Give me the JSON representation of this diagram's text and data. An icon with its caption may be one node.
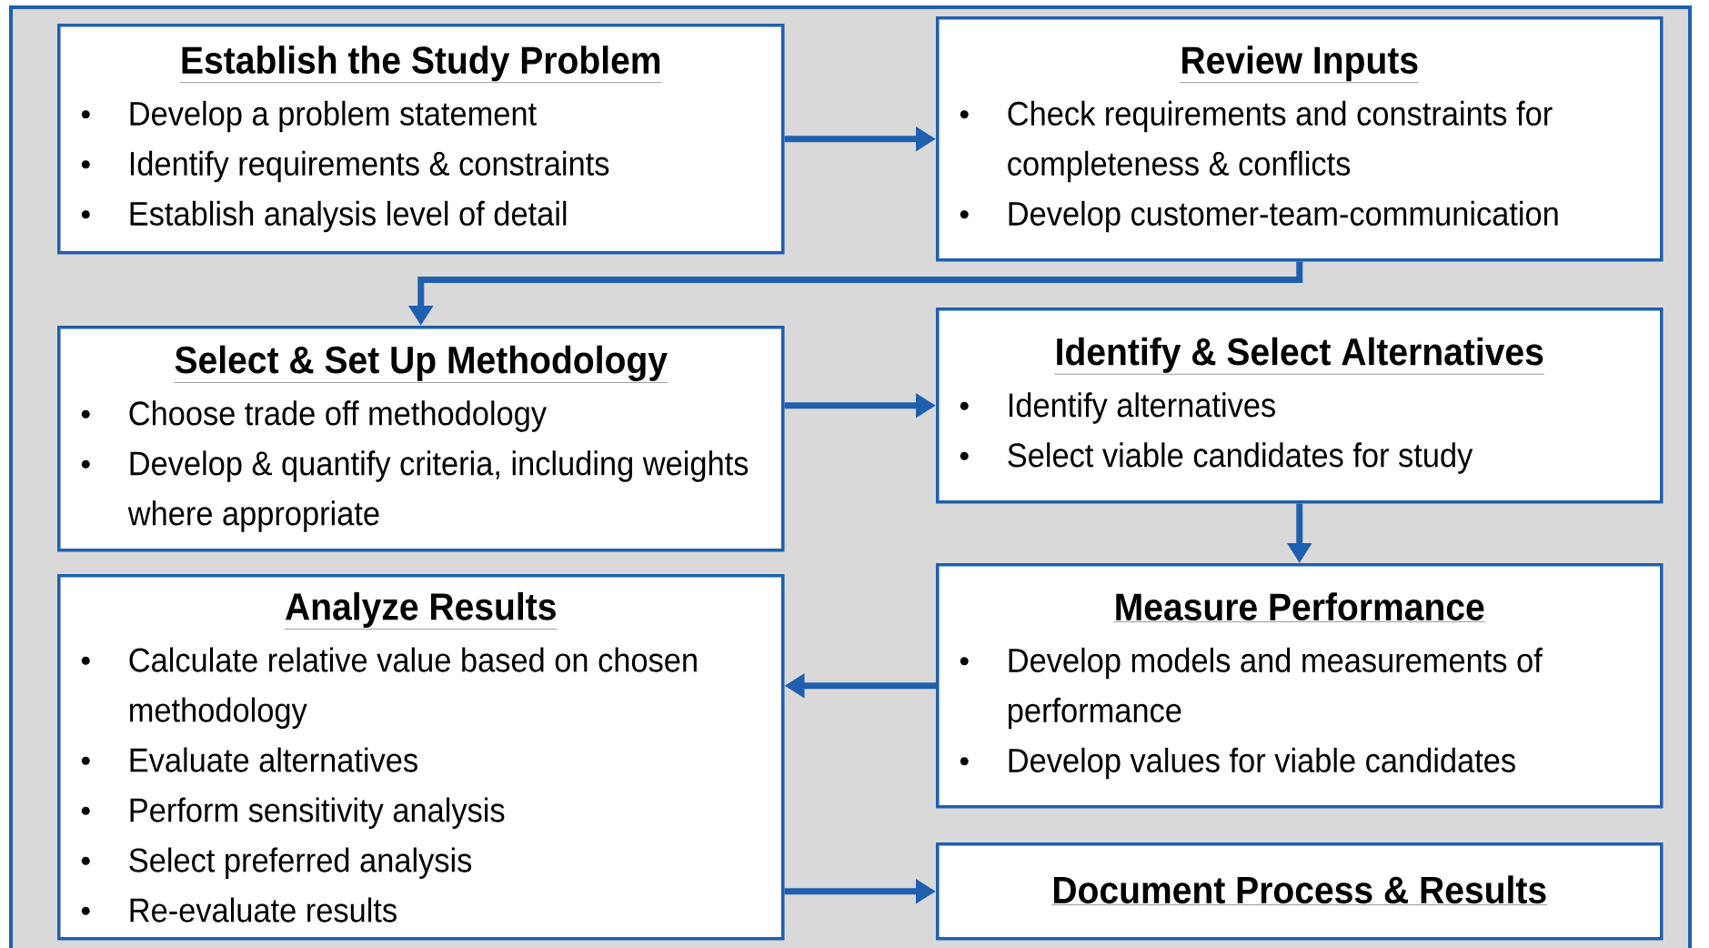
{
  "diagram": {
    "nodes": [
      {
        "text": [
          "Establish the Study Problem",
          "Develop a problem statement",
          "Identify requirements & constraints",
          "Establish analysis level of detail"
        ]
      },
      {
        "text": [
          "Review Inputs",
          "Check requirements and constraints for completeness & conflicts",
          "Develop customer-team-communication"
        ]
      },
      {
        "text": [
          "Select & Set Up Methodology",
          "Choose trade off methodology",
          "Develop & quantify criteria, including weights where appropriate"
        ]
      },
      {
        "text": [
          "Identify & Select Alternatives",
          "Identify alternatives",
          "Select viable candidates for study"
        ]
      },
      {
        "text": [
          "Analyze Results",
          "Calculate relative value based on chosen methodology",
          "Evaluate alternatives",
          "Perform sensitivity analysis",
          "Select preferred analysis",
          "Re-evaluate results"
        ]
      },
      {
        "text": [
          "Measure Performance",
          "Develop models and measurements of performance",
          "Develop values for viable candidates"
        ]
      },
      {
        "text": [
          "Document Process & Results"
        ]
      }
    ],
    "edges": [
      {
        "from": 0,
        "to": 1,
        "arrow": "to"
      },
      {
        "from": 1,
        "to": 2,
        "arrow": "to"
      },
      {
        "from": 2,
        "to": 3,
        "arrow": "to"
      },
      {
        "from": 3,
        "to": 5,
        "arrow": "to"
      },
      {
        "from": 5,
        "to": 4,
        "arrow": "to"
      },
      {
        "from": 4,
        "to": 6,
        "arrow": "to"
      }
    ]
  }
}
